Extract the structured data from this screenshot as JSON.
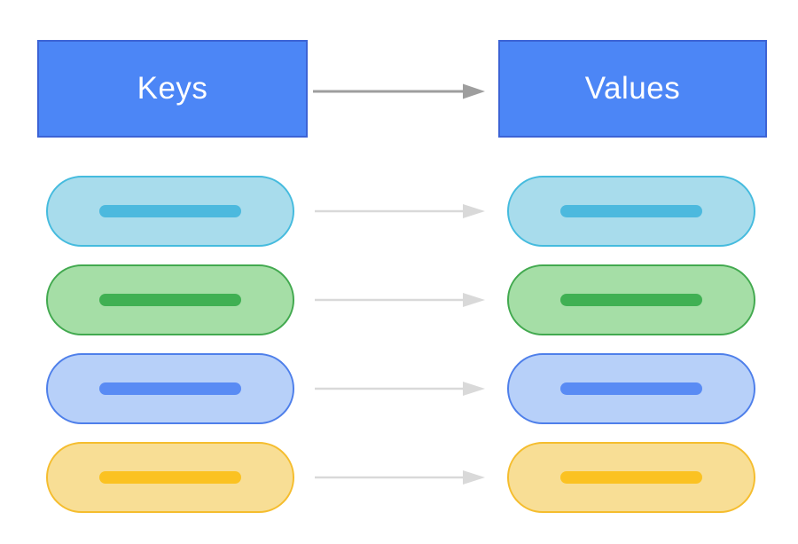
{
  "diagram": {
    "background": "#ffffff",
    "keys_label": "Keys",
    "values_label": "Values",
    "node_fill": "#4c86f6",
    "node_border": "#3c63d5",
    "node_text_color": "#ffffff",
    "header_arrow_color": "#9e9e9e",
    "row_arrow_color": "#d9d9d9",
    "rows": [
      {
        "name": "cyan-pair",
        "fill": "#a8dcec",
        "border": "#45bbde",
        "bar": "#4cb9de"
      },
      {
        "name": "green-pair",
        "fill": "#a5dea6",
        "border": "#42a94f",
        "bar": "#40b053"
      },
      {
        "name": "blue-pair",
        "fill": "#b7d0f9",
        "border": "#4e7fea",
        "bar": "#598bf4"
      },
      {
        "name": "yellow-pair",
        "fill": "#f8de95",
        "border": "#f5bd2e",
        "bar": "#fbc222"
      }
    ]
  }
}
